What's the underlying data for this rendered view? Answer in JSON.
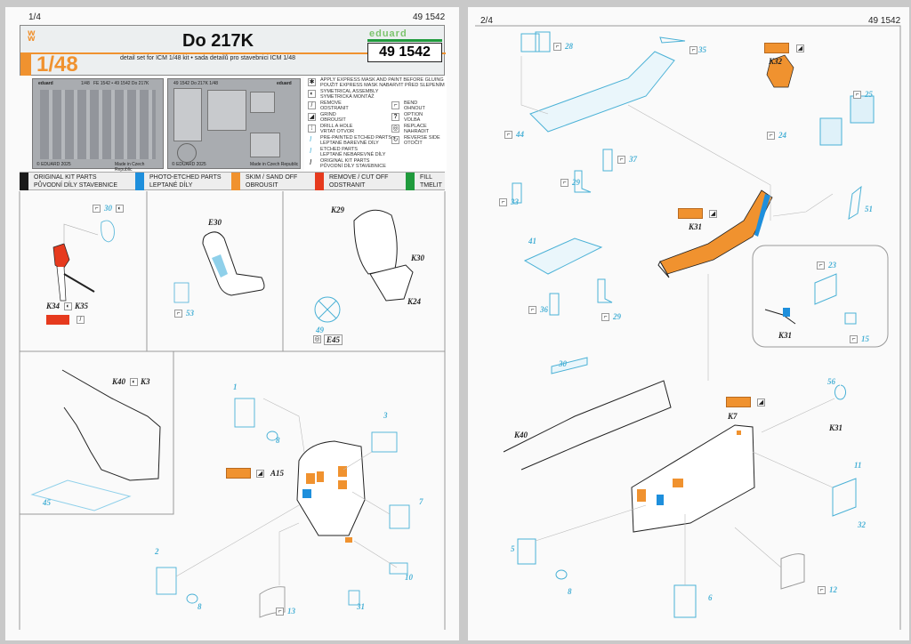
{
  "page1": {
    "page_number": "1/4",
    "set_code": "49 1542",
    "title": "Do 217K",
    "scale": "1/48",
    "subtitle": "detail set for  ICM  1/48 kit • sada detailů pro stavebnici  ICM  1/48",
    "brand": "eduard",
    "product_number": "49 1542",
    "fret1": {
      "brand": "eduard",
      "scale": "1/48",
      "name": "FE 1542 • 49 1542 Do 217K",
      "copyright": "© EDUARD 2025",
      "origin": "Made in Czech Republic"
    },
    "fret2": {
      "name": "49 1542 Do 217K 1/48",
      "brand": "eduard",
      "copyright": "© EDUARD 2025",
      "origin": "Made in Czech Republic"
    },
    "symbols": [
      {
        "icon": "mask-icon",
        "en": "APPLY EXPRESS MASK AND PAINT BEFORE GLUING",
        "cz": "POUŽIT EXPRESS MASK NABARVIT PŘED SLEPENÍM"
      },
      {
        "icon": "symmetrical-icon",
        "en": "SYMETRICAL ASSEMBLY",
        "cz": "SYMETRICKÁ MONTÁŽ"
      },
      {
        "icon": "remove-icon",
        "en": "REMOVE",
        "cz": "ODSTRANIT"
      },
      {
        "icon": "grind-icon",
        "en": "GRIND",
        "cz": "OBROUSIT"
      },
      {
        "icon": "drill-icon",
        "en": "DRILL A HOLE",
        "cz": "VRTAT OTVOR"
      },
      {
        "icon": "prepainted-icon",
        "en": "PRE-PAINTED ETCHED PARTS",
        "cz": "LEPTANÉ BAREVNÉ DÍLY"
      },
      {
        "icon": "etched-icon",
        "en": "ETCHED PARTS",
        "cz": "LEPTANÉ NEBAREVNÉ DÍLY"
      },
      {
        "icon": "kit-part-icon",
        "en": "ORIGINAL KIT PARTS",
        "cz": "PŮVODNÍ DÍLY STAVEBNICE"
      },
      {
        "icon": "bend-icon",
        "en": "BEND",
        "cz": "OHNOUT"
      },
      {
        "icon": "option-icon",
        "en": "OPTION",
        "cz": "VOLBA"
      },
      {
        "icon": "replace-icon",
        "en": "REPLACE",
        "cz": "NAHRADIT"
      },
      {
        "icon": "reverse-side-icon",
        "en": "REVERSE SIDE",
        "cz": "OTOČIT"
      }
    ],
    "color_legend": [
      {
        "color": "#1a1a1a",
        "en": "ORIGINAL KIT PARTS",
        "cz": "PŮVODNÍ DÍLY STAVEBNICE"
      },
      {
        "color": "#1e8fdc",
        "en": "PHOTO-ETCHED PARTS",
        "cz": "LEPTANÉ DÍLY"
      },
      {
        "color": "#f0922f",
        "en": "SKIM / SAND OFF",
        "cz": "OBROUSIT"
      },
      {
        "color": "#e63a1e",
        "en": "REMOVE / CUT OFF",
        "cz": "ODSTRANIT"
      },
      {
        "color": "#1f9a3c",
        "en": "FILL",
        "cz": "TMELIT"
      }
    ],
    "labels": {
      "p30": "30",
      "k34": "K34",
      "k35": "K35",
      "e30": "E30",
      "p53": "53",
      "k29": "K29",
      "k30": "K30",
      "k24": "K24",
      "p49": "49",
      "e45": "E45",
      "k40": "K40",
      "k3": "K3",
      "p45": "45",
      "p1": "1",
      "p8a": "8",
      "p3": "3",
      "a15": "A15",
      "p7": "7",
      "p2": "2",
      "p8b": "8",
      "p13": "13",
      "p10": "10",
      "p31": "31"
    }
  },
  "page2": {
    "page_number": "2/4",
    "set_code": "49 1542",
    "labels": {
      "p28": "28",
      "p35": "35",
      "k32": "K32",
      "p25": "25",
      "p24": "24",
      "p44": "44",
      "p37": "37",
      "p29a": "29",
      "p33": "33",
      "p51": "51",
      "k31a": "K31",
      "p41": "41",
      "p23": "23",
      "p36": "36",
      "p29b": "29",
      "k31b": "K31",
      "p15": "15",
      "p30": "30",
      "p56": "56",
      "k7": "K7",
      "k31c": "K31",
      "k40": "K40",
      "p11": "11",
      "p32": "32",
      "p5": "5",
      "p8": "8",
      "p6": "6",
      "p12": "12"
    }
  },
  "colors": {
    "orange": "#f0922f",
    "pe_blue": "#4ab1d6",
    "red": "#e63a1e",
    "green": "#1f9a3c"
  }
}
